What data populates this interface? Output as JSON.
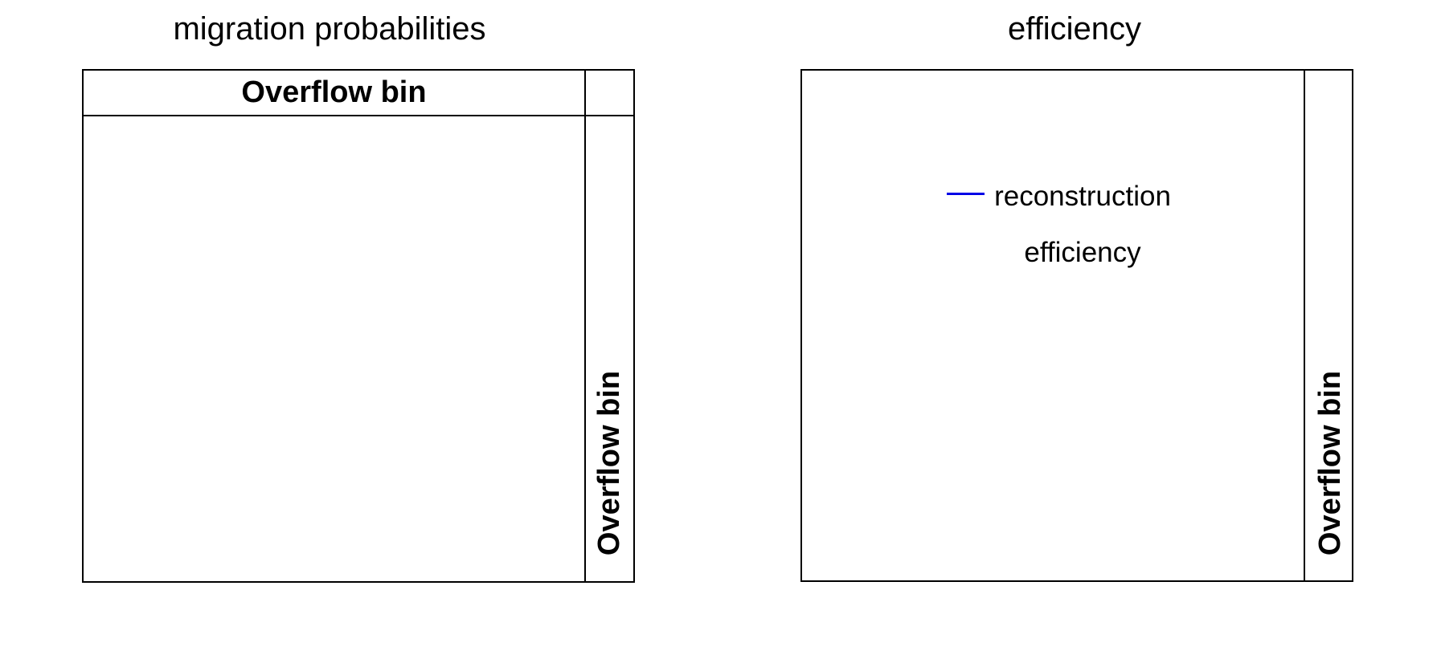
{
  "panels": {
    "left": {
      "title": "migration probabilities",
      "header_label": "Overflow bin",
      "side_label": "Overflow bin"
    },
    "right": {
      "title": "efficiency",
      "legend": {
        "line1": "reconstruction",
        "line2": "efficiency"
      },
      "side_label": "Overflow bin"
    }
  },
  "colors": {
    "background": "#ffffff",
    "frame_border": "#000000",
    "text": "#000000",
    "legend_line": "#0000e6"
  },
  "chart_data": [
    {
      "type": "line",
      "title": "migration probabilities",
      "series": [],
      "annotations": [
        "Overflow bin (horizontal band along top of frame)",
        "Overflow bin (vertical band along right edge of frame, rotated label)"
      ],
      "axes": {
        "ticks": "none",
        "grid": false
      },
      "notes": "empty plot frame; overflow-bin bands marked by one horizontal rule and one vertical rule"
    },
    {
      "type": "line",
      "title": "efficiency",
      "series": [
        {
          "name": "reconstruction efficiency",
          "color": "#0000e6",
          "values": []
        }
      ],
      "annotations": [
        "Overflow bin (vertical band along right edge of frame, rotated label)"
      ],
      "axes": {
        "ticks": "none",
        "grid": false
      },
      "legend_position": "upper-center",
      "notes": "empty plot frame; legend shows a blue line sample with two-line label"
    }
  ]
}
